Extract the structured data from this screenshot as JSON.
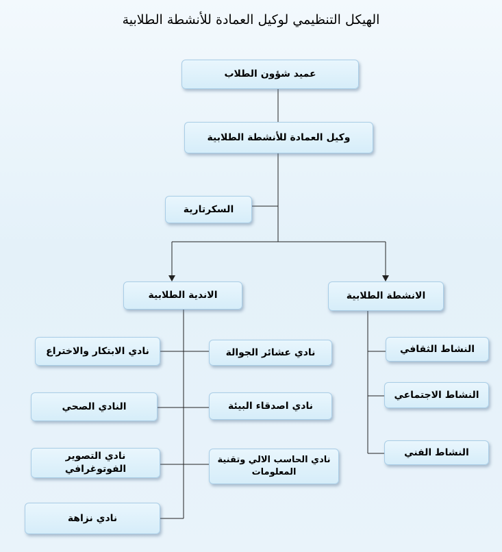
{
  "title": "الهيكل التنظيمي لوكيل العمادة للأنشطة الطلابية",
  "nodes": {
    "dean": "عميد شؤون الطلاب",
    "vice_dean": "وكيل العمادة للأنشطة الطلابية",
    "secretariat": "السكرتارية",
    "clubs": "الاندية الطلابية",
    "activities": "الانشطة الطلابية",
    "club_innovation": "نادي الابتكار والاختراع",
    "club_scouts": "نادي عشائر الجوالة",
    "club_health": "النادي الصحي",
    "club_environment": "نادي اصدقاء البيئة",
    "club_photography": "نادي التصوير الفوتوغرافي",
    "club_computer": "نادي الحاسب الالي وتقنية المعلومات",
    "club_integrity": "نادي نزاهة",
    "activity_cultural": "النشاط الثقافي",
    "activity_social": "النشاط الاجتماعي",
    "activity_art": "النشاط الفني"
  }
}
